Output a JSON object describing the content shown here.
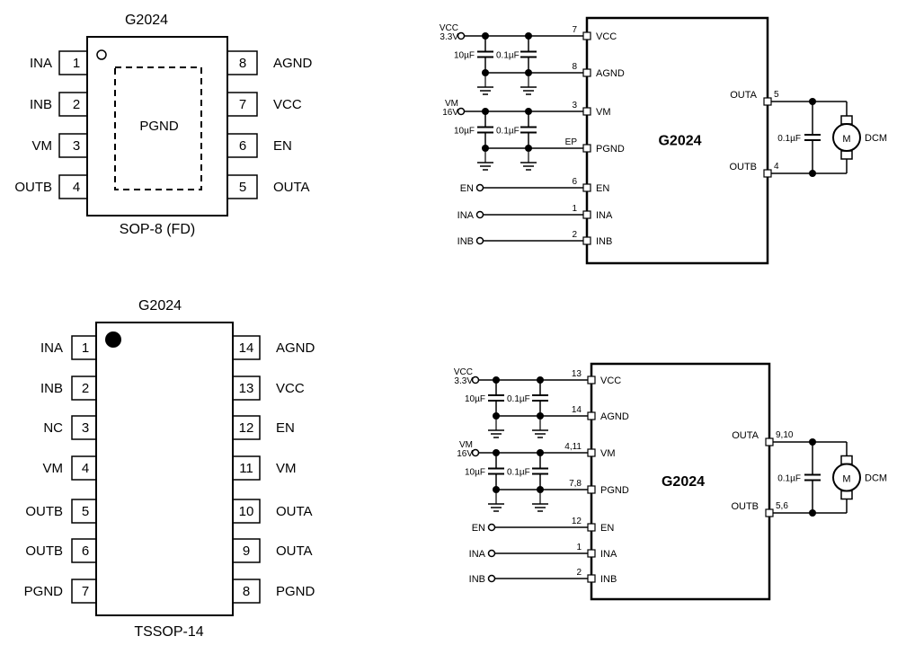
{
  "sop8": {
    "title": "G2024",
    "caption": "SOP-8 (FD)",
    "pad_label": "PGND",
    "left_pins": [
      {
        "num": "1",
        "name": "INA"
      },
      {
        "num": "2",
        "name": "INB"
      },
      {
        "num": "3",
        "name": "VM"
      },
      {
        "num": "4",
        "name": "OUTB"
      }
    ],
    "right_pins": [
      {
        "num": "8",
        "name": "AGND"
      },
      {
        "num": "7",
        "name": "VCC"
      },
      {
        "num": "6",
        "name": "EN"
      },
      {
        "num": "5",
        "name": "OUTA"
      }
    ]
  },
  "tssop14": {
    "title": "G2024",
    "caption": "TSSOP-14",
    "left_pins": [
      {
        "num": "1",
        "name": "INA"
      },
      {
        "num": "2",
        "name": "INB"
      },
      {
        "num": "3",
        "name": "NC"
      },
      {
        "num": "4",
        "name": "VM"
      },
      {
        "num": "5",
        "name": "OUTB"
      },
      {
        "num": "6",
        "name": "OUTB"
      },
      {
        "num": "7",
        "name": "PGND"
      }
    ],
    "right_pins": [
      {
        "num": "14",
        "name": "AGND"
      },
      {
        "num": "13",
        "name": "VCC"
      },
      {
        "num": "12",
        "name": "EN"
      },
      {
        "num": "11",
        "name": "VM"
      },
      {
        "num": "10",
        "name": "OUTA"
      },
      {
        "num": "9",
        "name": "OUTA"
      },
      {
        "num": "8",
        "name": "PGND"
      }
    ]
  },
  "schematics": [
    {
      "chip": "G2024",
      "vcc": {
        "name": "VCC",
        "value": "3.3V"
      },
      "vm": {
        "name": "VM",
        "value": "16V"
      },
      "cap_large": "10µF",
      "cap_small": "0.1µF",
      "motor_cap": "0.1µF",
      "motor_label": "M",
      "motor_name": "DCM",
      "pins": {
        "vcc": {
          "num": "7",
          "name": "VCC"
        },
        "agnd": {
          "num": "8",
          "name": "AGND"
        },
        "vm": {
          "num": "3",
          "name": "VM"
        },
        "pgnd": {
          "num": "EP",
          "name": "PGND"
        },
        "en": {
          "num": "6",
          "name": "EN"
        },
        "ina": {
          "num": "1",
          "name": "INA"
        },
        "inb": {
          "num": "2",
          "name": "INB"
        },
        "outa": {
          "num": "5",
          "name": "OUTA"
        },
        "outb": {
          "num": "4",
          "name": "OUTB"
        }
      },
      "inputs": {
        "en": "EN",
        "ina": "INA",
        "inb": "INB"
      }
    },
    {
      "chip": "G2024",
      "vcc": {
        "name": "VCC",
        "value": "3.3V"
      },
      "vm": {
        "name": "VM",
        "value": "16V"
      },
      "cap_large": "10µF",
      "cap_small": "0.1µF",
      "motor_cap": "0.1µF",
      "motor_label": "M",
      "motor_name": "DCM",
      "pins": {
        "vcc": {
          "num": "13",
          "name": "VCC"
        },
        "agnd": {
          "num": "14",
          "name": "AGND"
        },
        "vm": {
          "num": "4,11",
          "name": "VM"
        },
        "pgnd": {
          "num": "7,8",
          "name": "PGND"
        },
        "en": {
          "num": "12",
          "name": "EN"
        },
        "ina": {
          "num": "1",
          "name": "INA"
        },
        "inb": {
          "num": "2",
          "name": "INB"
        },
        "outa": {
          "num": "9,10",
          "name": "OUTA"
        },
        "outb": {
          "num": "5,6",
          "name": "OUTB"
        }
      },
      "inputs": {
        "en": "EN",
        "ina": "INA",
        "inb": "INB"
      }
    }
  ]
}
